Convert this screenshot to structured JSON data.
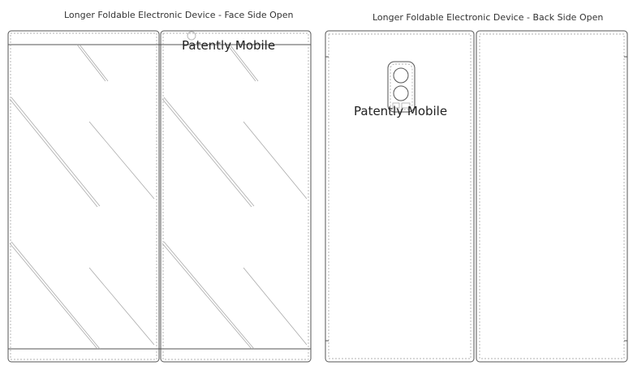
{
  "figures": [
    {
      "title": "Longer Foldable Electronic Device - Face Side Open",
      "watermark": "Patently Mobile"
    },
    {
      "title": "Longer Foldable Electronic Device - Back Side Open",
      "watermark": "Patently Mobile"
    }
  ]
}
